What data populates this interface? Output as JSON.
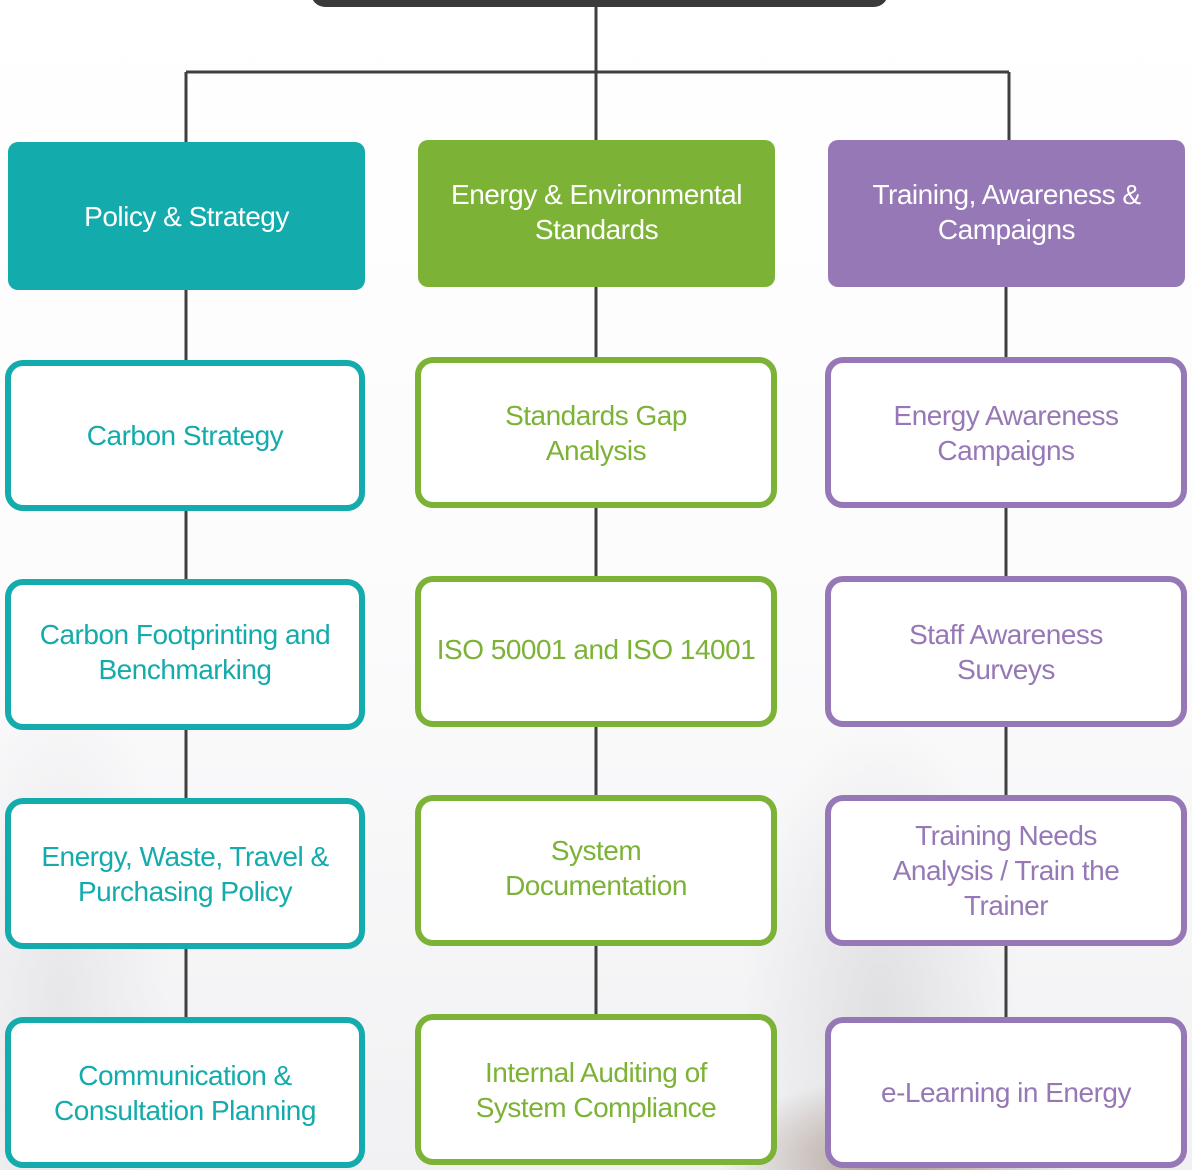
{
  "colors": {
    "teal": "#13abab",
    "green": "#7cb236",
    "purple": "#9778b6",
    "title_bar": "#3a3a3a",
    "connector": "#3f3f3f"
  },
  "columns": [
    {
      "header": "Policy & Strategy",
      "items": [
        "Carbon Strategy",
        "Carbon Footprinting and Benchmarking",
        "Energy, Waste, Travel & Purchasing Policy",
        "Communication & Consultation Planning"
      ]
    },
    {
      "header": "Energy & Environmental Standards",
      "items": [
        "Standards Gap Analysis",
        "ISO 50001 and ISO 14001",
        "System Documentation",
        "Internal Auditing of System Compliance"
      ]
    },
    {
      "header": "Training, Awareness & Campaigns",
      "items": [
        "Energy Awareness Campaigns",
        "Staff Awareness Surveys",
        "Training Needs Analysis / Train the Trainer",
        "e-Learning in Energy"
      ]
    }
  ]
}
